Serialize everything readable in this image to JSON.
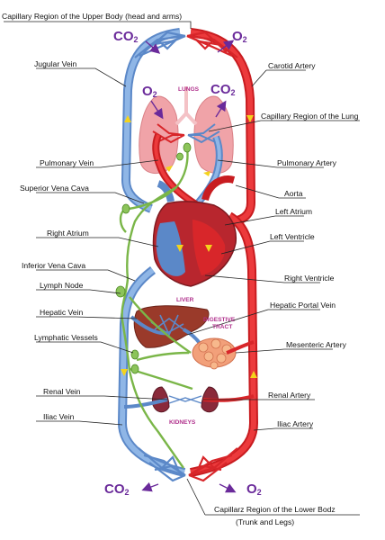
{
  "labels": {
    "capillary_upper": "Capillary Region of the Upper Body (head and arms)",
    "jugular_vein": "Jugular Vein",
    "carotid_artery": "Carotid Artery",
    "capillary_lung": "Capillary Region of the Lung",
    "pulmonary_vein": "Pulmonary Vein",
    "pulmonary_artery": "Pulmonary Artery",
    "superior_vena_cava": "Superior Vena Cava",
    "aorta": "Aorta",
    "left_atrium": "Left Atrium",
    "right_atrium": "Right Atrium",
    "left_ventricle": "Left Ventricle",
    "inferior_vena_cava": "Inferior Vena Cava",
    "lymph_node": "Lymph Node",
    "right_ventricle": "Right Ventricle",
    "hepatic_vein": "Hepatic Vein",
    "hepatic_portal_vein": "Hepatic Portal Vein",
    "lymphatic_vessels": "Lymphatic Vessels",
    "mesenteric_artery": "Mesenteric Artery",
    "renal_vein": "Renal Vein",
    "renal_artery": "Renal Artery",
    "iliac_vein": "Iliac Vein",
    "iliac_artery": "Iliac Artery",
    "capillary_lower_line1": "Capillarz Region of the Lower Bodz",
    "capillary_lower_line2": "(Trunk and Legs)"
  },
  "organs": {
    "lungs": "LUNGS",
    "liver": "LIVER",
    "digestive_line1": "DIGESTIVE",
    "digestive_line2": "TRACT",
    "kidneys": "KIDNEYS"
  },
  "gases": {
    "co2_main": "CO",
    "co2_sub": "2",
    "o2_main": "O",
    "o2_sub": "2"
  },
  "colors": {
    "artery_red": "#e3262a",
    "vein_blue": "#6fa0dc",
    "lymph_green": "#7ab648",
    "gas_purple": "#6a2a9a",
    "organ_label_magenta": "#b0308c"
  }
}
